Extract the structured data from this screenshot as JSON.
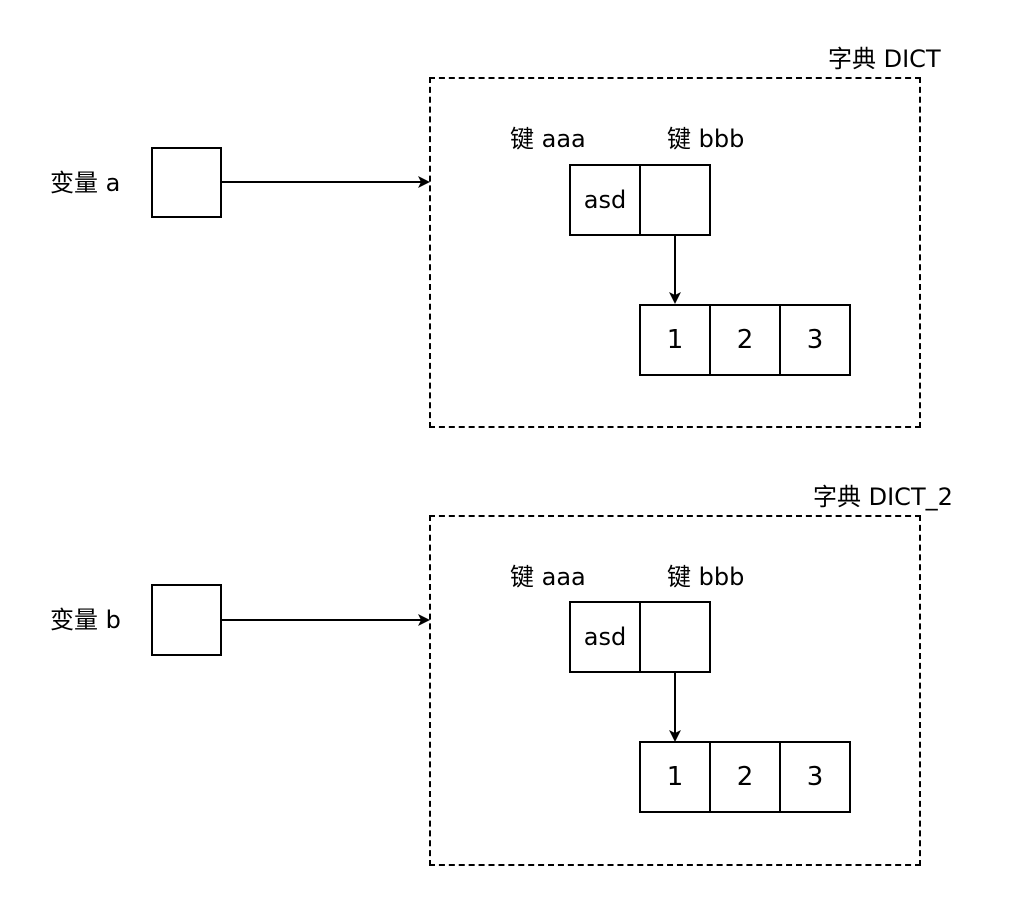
{
  "diagrams": [
    {
      "variable_label": "变量 a",
      "dict_title": "字典 DICT",
      "key1_label": "键 aaa",
      "key2_label": "键 bbb",
      "key1_value": "asd",
      "list": [
        "1",
        "2",
        "3"
      ]
    },
    {
      "variable_label": "变量 b",
      "dict_title": "字典 DICT_2",
      "key1_label": "键 aaa",
      "key2_label": "键 bbb",
      "key1_value": "asd",
      "list": [
        "1",
        "2",
        "3"
      ]
    }
  ]
}
